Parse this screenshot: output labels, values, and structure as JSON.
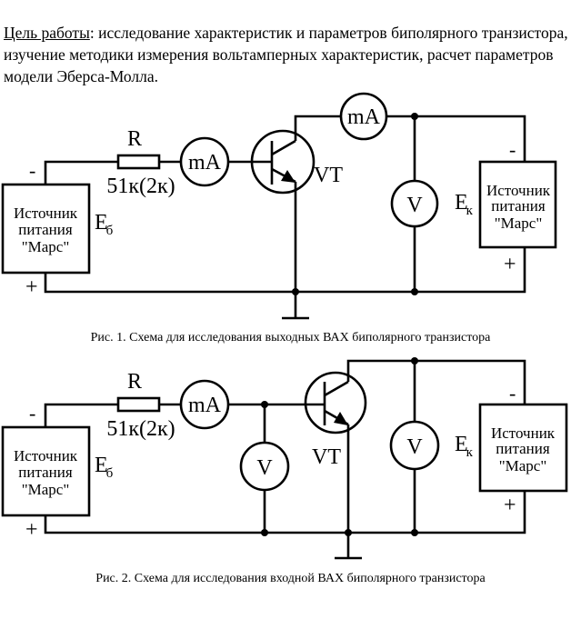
{
  "intro": {
    "label": "Цель работы",
    "text": ": исследование характеристик и параметров биполярного транзистора, изучение методики измерения вольтамперных характеристик, расчет параметров модели Эберса-Молла."
  },
  "figures": [
    {
      "caption": "Рис. 1. Схема для исследования выходных ВАХ биполярного транзистора",
      "resistor": {
        "name": "R",
        "value": "51к(2к)"
      },
      "base_source": {
        "line1": "Источник",
        "line2": "питания",
        "line3": "\"Марс\"",
        "label": "E",
        "subscript": "б",
        "minus": "-",
        "plus": "+"
      },
      "collector_source": {
        "line1": "Источник",
        "line2": "питания",
        "line3": "\"Марс\"",
        "label": "E",
        "subscript": "к",
        "minus": "-",
        "plus": "+"
      },
      "base_ammeter": "mA",
      "collector_ammeter": "mA",
      "collector_voltmeter": "V",
      "transistor": "VT"
    },
    {
      "caption": "Рис. 2. Схема для исследования входной ВАХ биполярного транзистора",
      "resistor": {
        "name": "R",
        "value": "51к(2к)"
      },
      "base_source": {
        "line1": "Источник",
        "line2": "питания",
        "line3": "\"Марс\"",
        "label": "E",
        "subscript": "б",
        "minus": "-",
        "plus": "+"
      },
      "collector_source": {
        "line1": "Источник",
        "line2": "питания",
        "line3": "\"Марс\"",
        "label": "E",
        "subscript": "к",
        "minus": "-",
        "plus": "+"
      },
      "base_ammeter": "mA",
      "base_voltmeter": "V",
      "collector_voltmeter": "V",
      "transistor": "VT"
    }
  ]
}
